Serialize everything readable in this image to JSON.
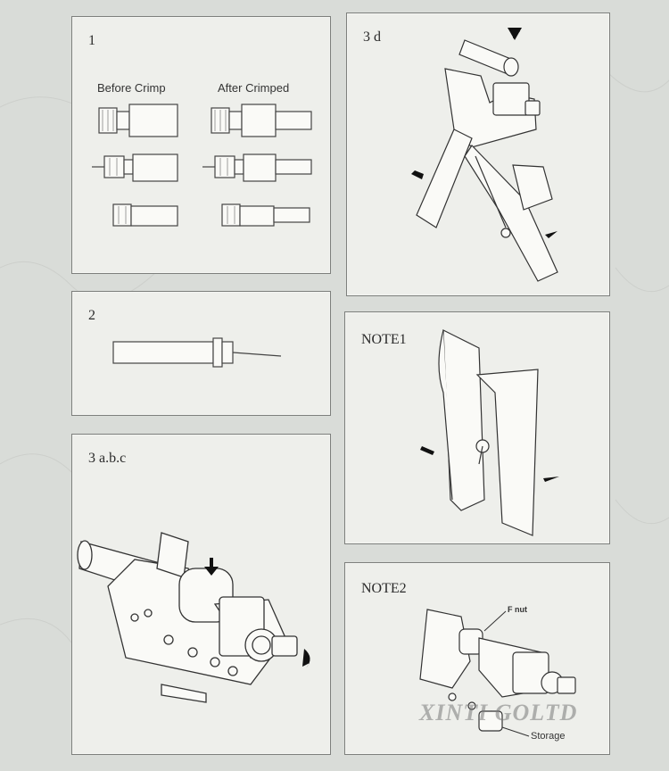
{
  "panels": {
    "p1": {
      "title": "1",
      "before_label": "Before Crimp",
      "after_label": "After Crimped"
    },
    "p2": {
      "title": "2"
    },
    "p3abc": {
      "title": "3 a.b.c"
    },
    "p3d": {
      "title": "3 d"
    },
    "note1": {
      "title": "NOTE1"
    },
    "note2": {
      "title": "NOTE2",
      "f_nut_label": "F nut",
      "storage_label": "Storage"
    }
  },
  "watermark": "XINTI GOLTD"
}
